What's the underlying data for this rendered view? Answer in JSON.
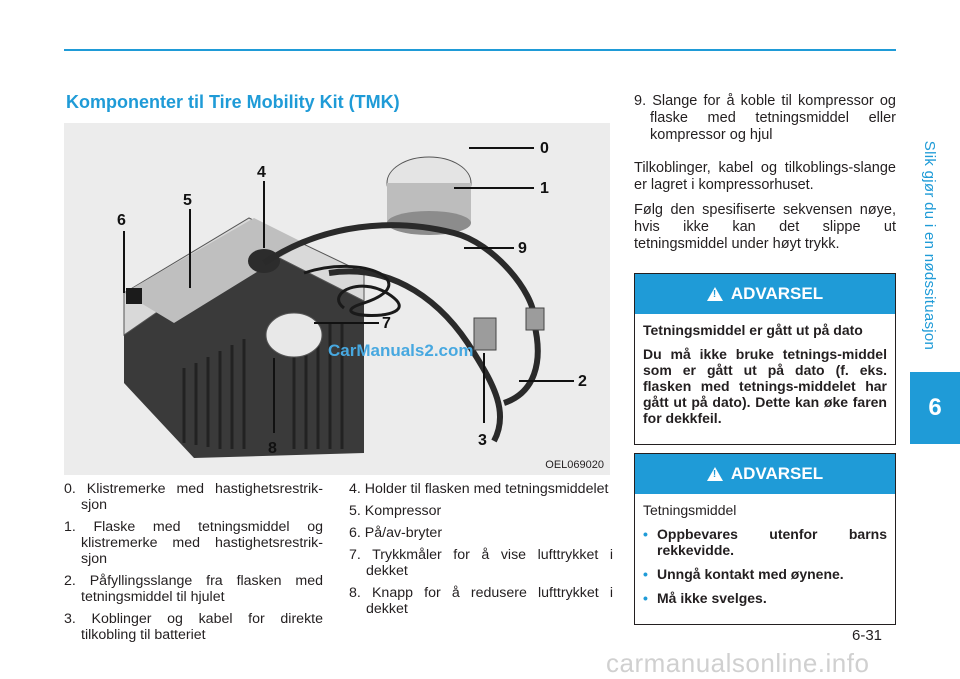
{
  "header": {
    "side_title": "Slik gjør du i en nødssituasjon",
    "chapter": "6"
  },
  "section": {
    "title": "Komponenter til Tire Mobility Kit (TMK)"
  },
  "figure": {
    "code": "OEL069020",
    "callouts": [
      "0",
      "1",
      "2",
      "3",
      "4",
      "5",
      "6",
      "7",
      "8",
      "9"
    ],
    "watermark": "CarManuals2.com"
  },
  "components_left": [
    "0. Klistremerke med hastighetsrestrik-sjon",
    "1. Flaske med tetningsmiddel og klistremerke med hastighetsrestrik-sjon",
    "2. Påfyllingsslange fra flasken med tetningsmiddel til hjulet",
    "3. Koblinger og kabel for direkte tilkobling til batteriet"
  ],
  "components_mid": [
    "4. Holder til flasken med tetningsmiddelet",
    "5. Kompressor",
    "6. På/av-bryter",
    "7. Trykkmåler for å vise lufttrykket i dekket",
    "8. Knapp for å redusere lufttrykket i dekket"
  ],
  "right_column": {
    "item9": "9. Slange for å koble til kompressor og flaske med tetningsmiddel eller kompressor og hjul",
    "para1": "Tilkoblinger, kabel og tilkoblings-slange er lagret i kompressorhuset.",
    "para2": "Følg den spesifiserte sekvensen nøye, hvis ikke kan det slippe ut tetningsmiddel under høyt trykk."
  },
  "warning1": {
    "heading": "ADVARSEL",
    "title": "Tetningsmiddel er gått ut på dato",
    "text": "Du må ikke bruke tetnings-middel som er gått ut på dato (f. eks. flasken med tetnings-middelet har gått ut på dato). Dette kan øke faren for dekkfeil."
  },
  "warning2": {
    "heading": "ADVARSEL",
    "title": "Tetningsmiddel",
    "bullets": [
      "Oppbevares utenfor barns rekkevidde.",
      "Unngå kontakt med øynene.",
      "Må ikke svelges."
    ]
  },
  "footer": {
    "page_number": "6-31",
    "site": "carmanualsonline.info"
  }
}
